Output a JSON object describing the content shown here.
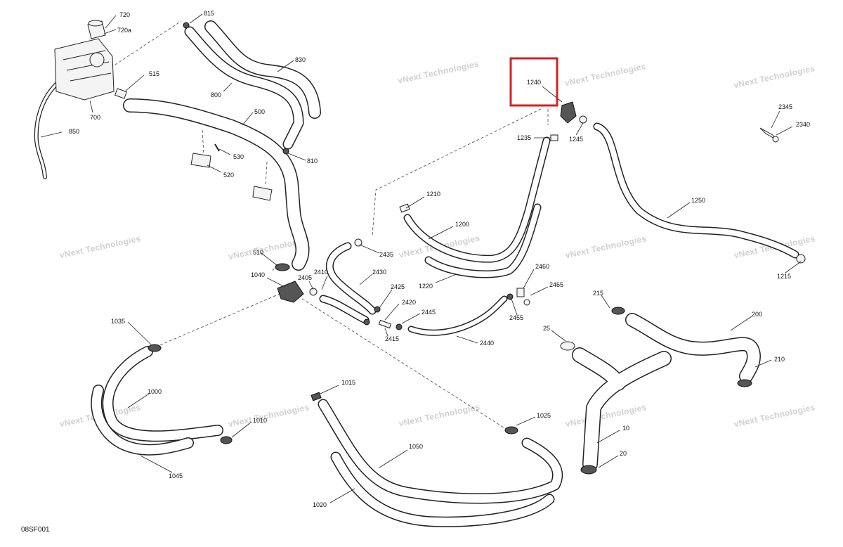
{
  "diagram_code": "08SF001",
  "highlighted_part": "1240",
  "watermark": "vNext Technologies",
  "colors": {
    "highlight": "#d62020",
    "line": "#222222",
    "watermark": "#d0d0d0"
  },
  "callouts": {
    "c720": "720",
    "c720a": "720a",
    "c815": "815",
    "c830": "830",
    "c800": "800",
    "c515": "515",
    "c700": "700",
    "c850": "850",
    "c500": "500",
    "c530": "530",
    "c520": "520",
    "c810": "810",
    "c1240": "1240",
    "c1235": "1235",
    "c1245": "1245",
    "c2345": "2345",
    "c2340": "2340",
    "c1250": "1250",
    "c1215": "1215",
    "c1210": "1210",
    "c1200": "1200",
    "c1220": "1220",
    "c2435": "2435",
    "c510": "510",
    "c1040": "1040",
    "c2410": "2410",
    "c2405": "2405",
    "c2430": "2430",
    "c2425": "2425",
    "c2420": "2420",
    "c2445": "2445",
    "c2415": "2415",
    "c2440": "2440",
    "c2460": "2460",
    "c2465": "2465",
    "c2455": "2455",
    "c215": "215",
    "c200": "200",
    "c25": "25",
    "c210": "210",
    "c1035": "1035",
    "c1000": "1000",
    "c1010": "1010",
    "c1045": "1045",
    "c1015": "1015",
    "c1025": "1025",
    "c1050": "1050",
    "c1020": "1020",
    "c10": "10",
    "c20": "20"
  }
}
